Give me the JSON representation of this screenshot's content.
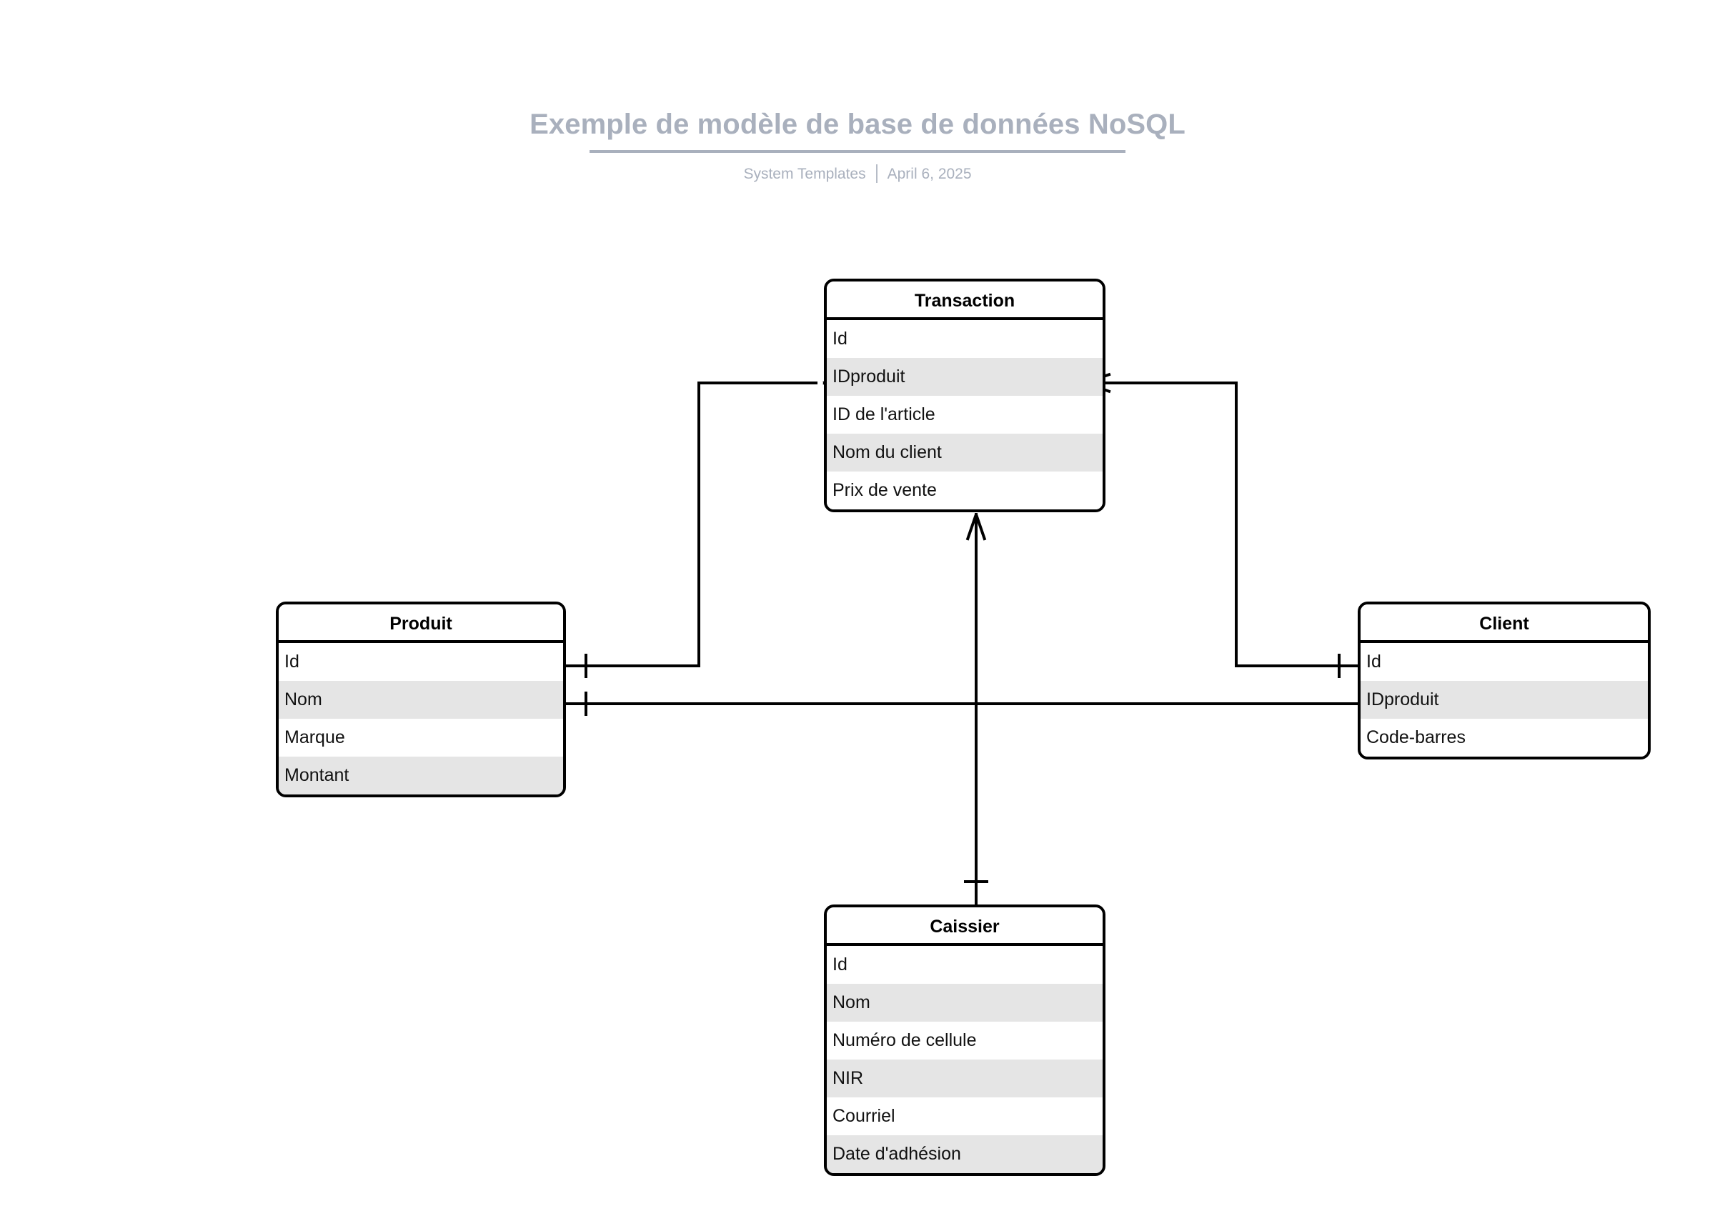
{
  "header": {
    "title": "Exemple de modèle de base de données NoSQL",
    "author": "System Templates",
    "date": "April 6, 2025"
  },
  "entities": {
    "transaction": {
      "name": "Transaction",
      "attributes": [
        "Id",
        "IDproduit",
        "ID de l'article",
        "Nom du client",
        "Prix de vente"
      ]
    },
    "produit": {
      "name": "Produit",
      "attributes": [
        "Id",
        "Nom",
        "Marque",
        "Montant"
      ]
    },
    "client": {
      "name": "Client",
      "attributes": [
        "Id",
        "IDproduit",
        "Code-barres"
      ]
    },
    "caissier": {
      "name": "Caissier",
      "attributes": [
        "Id",
        "Nom",
        "Numéro de cellule",
        "NIR",
        "Courriel",
        "Date d'adhésion"
      ]
    }
  },
  "relationships": [
    {
      "from": "Produit.Id",
      "to": "Transaction.IDproduit",
      "from_cardinality": "one",
      "to_cardinality": "many"
    },
    {
      "from": "Client.Id",
      "to": "Transaction.IDproduit",
      "from_cardinality": "one",
      "to_cardinality": "many"
    },
    {
      "from": "Produit.Nom",
      "to": "Client.IDproduit",
      "from_cardinality": "one",
      "to_cardinality": "many"
    },
    {
      "from": "Caissier.Id",
      "to": "Transaction.Prix de vente",
      "from_cardinality": "one",
      "to_cardinality": "many"
    }
  ],
  "style": {
    "title_color": "#a9b0bd",
    "line_color": "#000000",
    "row_alt_color": "#e5e5e5",
    "background": "#ffffff"
  }
}
